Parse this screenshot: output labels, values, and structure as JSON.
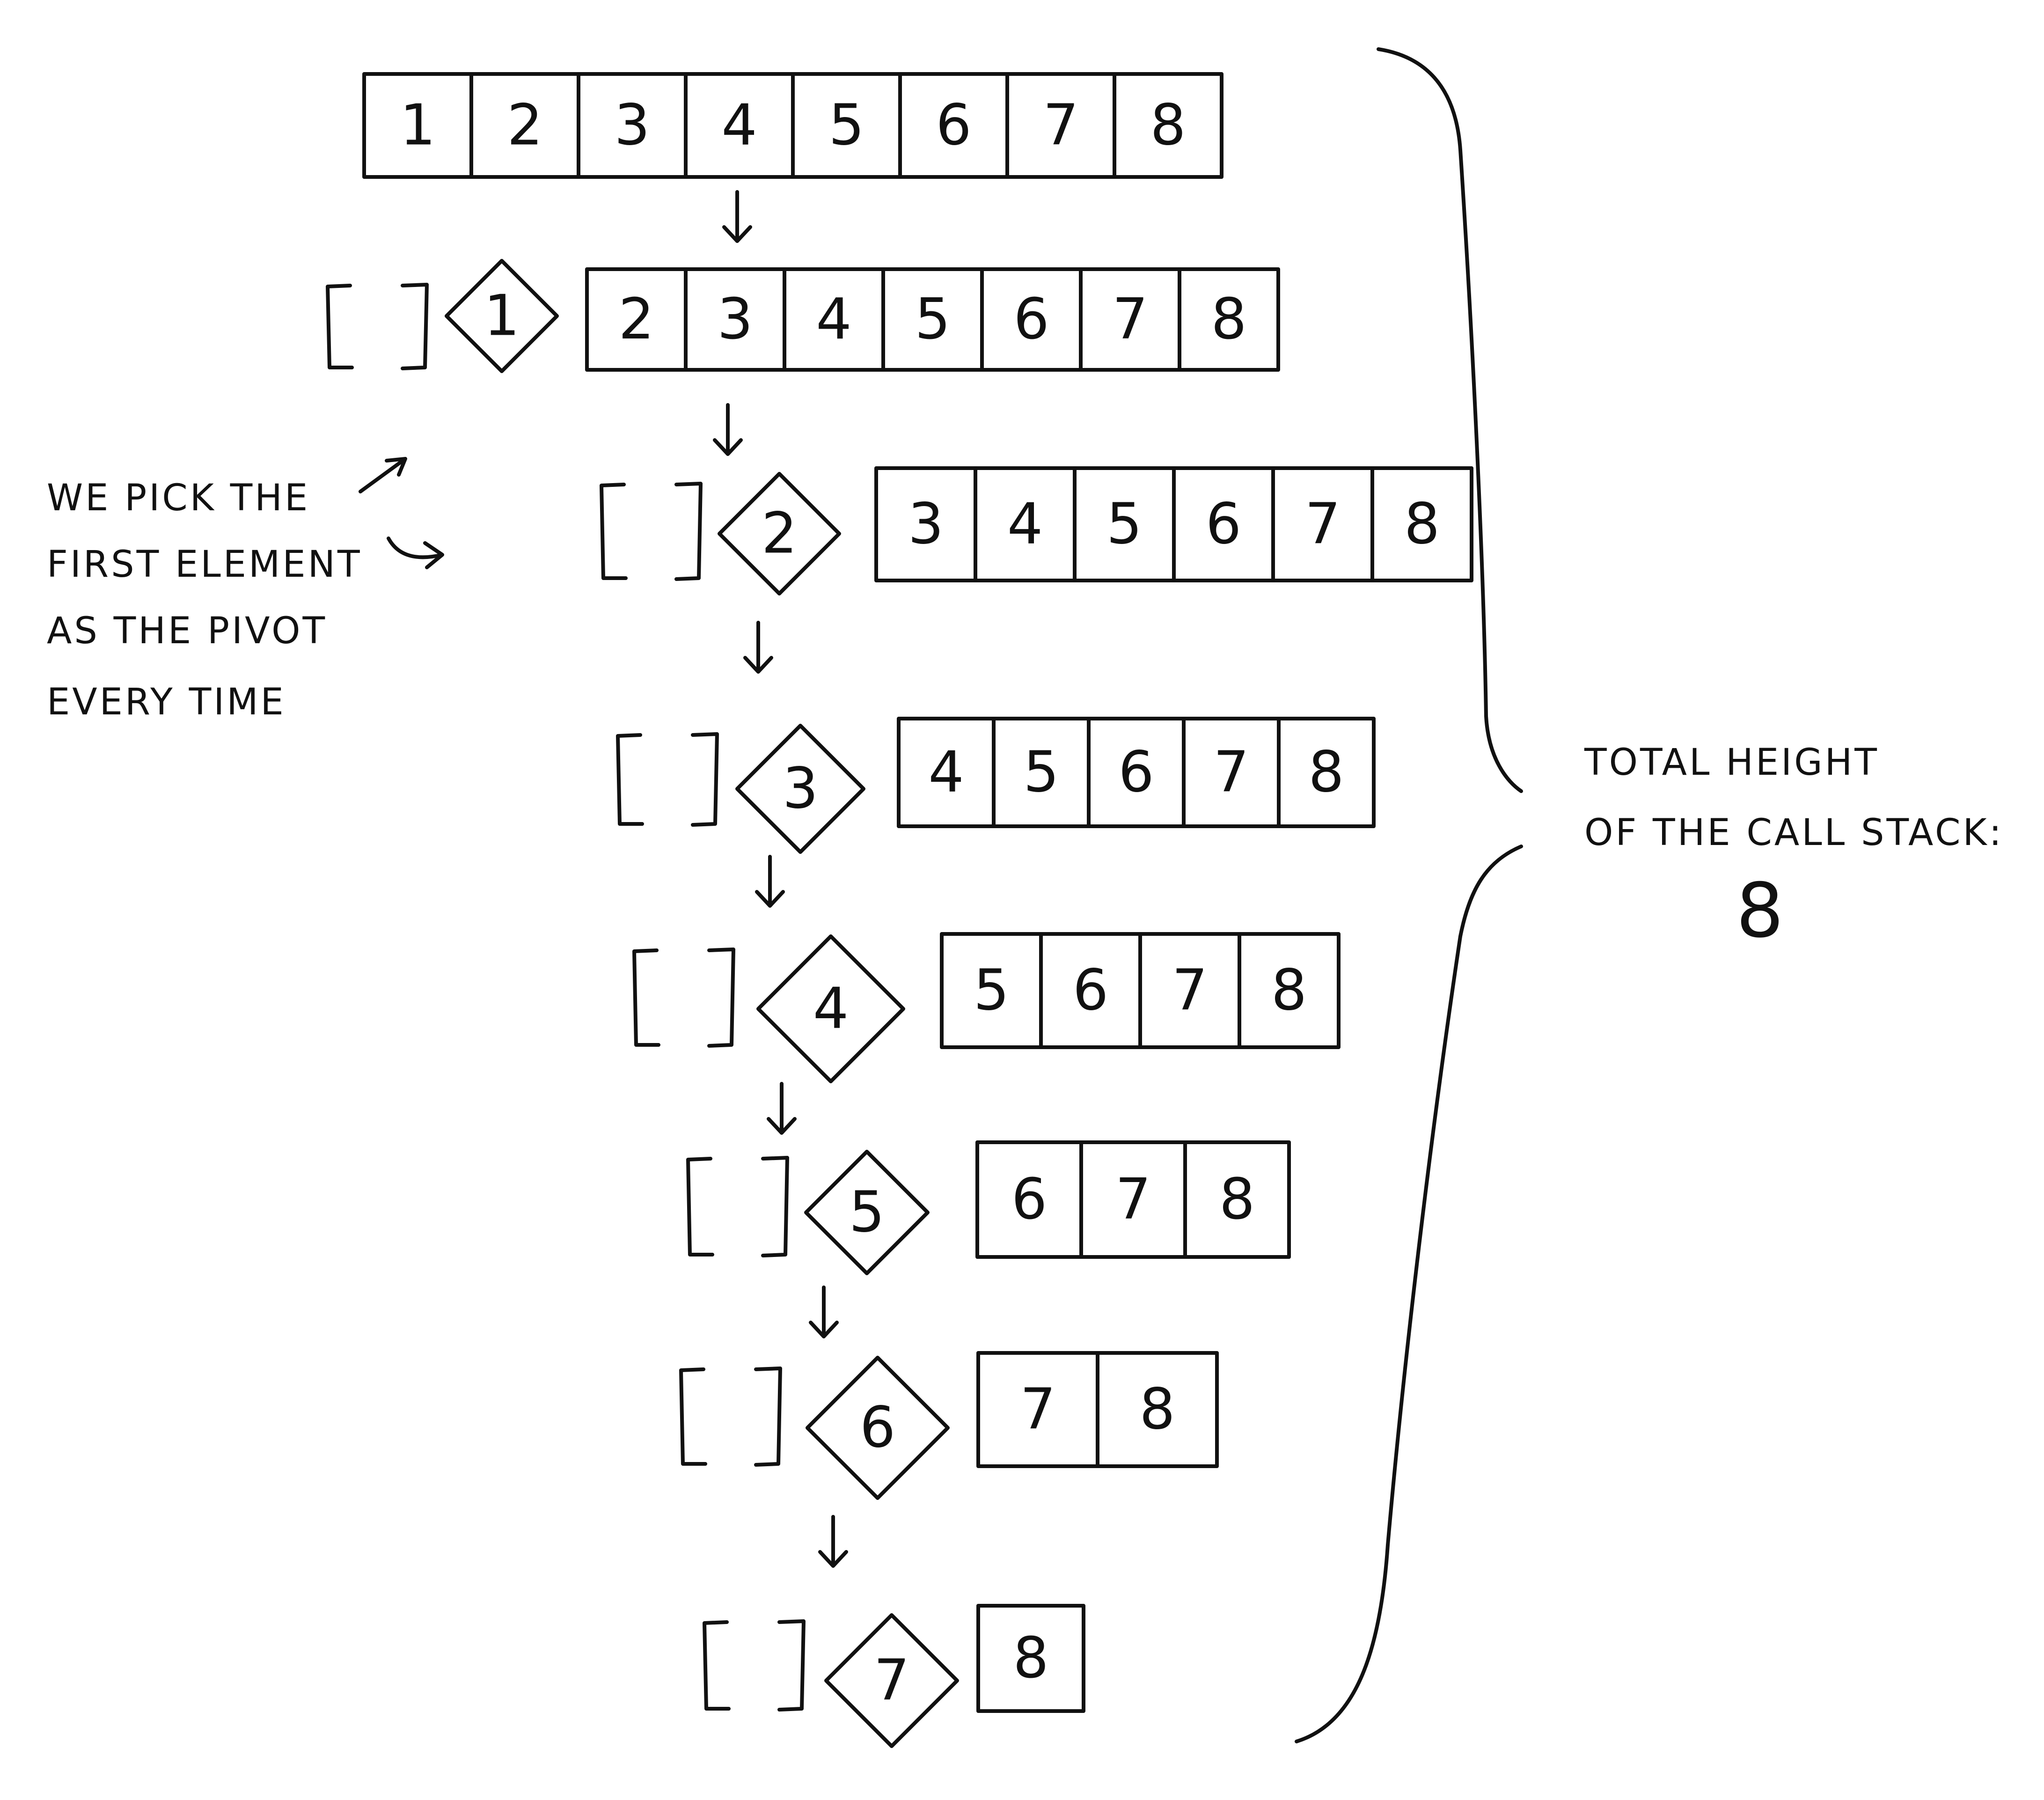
{
  "rows": [
    {
      "pivot": null,
      "values": [
        "1",
        "2",
        "3",
        "4",
        "5",
        "6",
        "7",
        "8"
      ]
    },
    {
      "pivot": "1",
      "values": [
        "2",
        "3",
        "4",
        "5",
        "6",
        "7",
        "8"
      ]
    },
    {
      "pivot": "2",
      "values": [
        "3",
        "4",
        "5",
        "6",
        "7",
        "8"
      ]
    },
    {
      "pivot": "3",
      "values": [
        "4",
        "5",
        "6",
        "7",
        "8"
      ]
    },
    {
      "pivot": "4",
      "values": [
        "5",
        "6",
        "7",
        "8"
      ]
    },
    {
      "pivot": "5",
      "values": [
        "6",
        "7",
        "8"
      ]
    },
    {
      "pivot": "6",
      "values": [
        "7",
        "8"
      ]
    },
    {
      "pivot": "7",
      "values": [
        "8"
      ]
    }
  ],
  "annotation": {
    "lines": [
      "WE PICK THE",
      "FIRST ELEMENT",
      "AS THE PIVOT",
      "EVERY TIME"
    ]
  },
  "total": {
    "lines": [
      "TOTAL HEIGHT",
      "OF THE CALL STACK:"
    ],
    "value": "8"
  }
}
